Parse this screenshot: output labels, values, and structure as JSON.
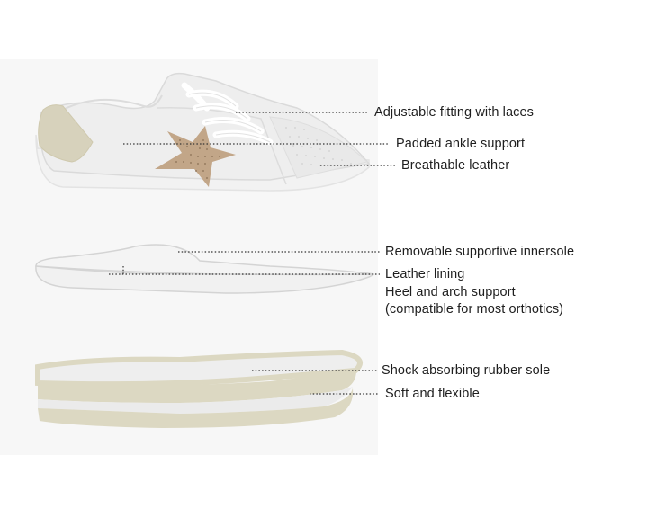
{
  "labels": {
    "laces": "Adjustable fitting with laces",
    "ankle": "Padded ankle support",
    "breathable": "Breathable leather",
    "innersole": "Removable supportive innersole",
    "lining": "Leather lining",
    "heel_arch": "Heel and arch support",
    "orthotics": "(compatible for most orthotics)",
    "rubber_sole": "Shock absorbing rubber sole",
    "flexible": "Soft and flexible"
  },
  "colors": {
    "shoe_white": "#efefef",
    "outline": "#dcdcdc",
    "heel_tab": "#d7d2bc",
    "star": "#c2a688",
    "sole_beige": "#dcd8c2",
    "leader": "#333333"
  }
}
